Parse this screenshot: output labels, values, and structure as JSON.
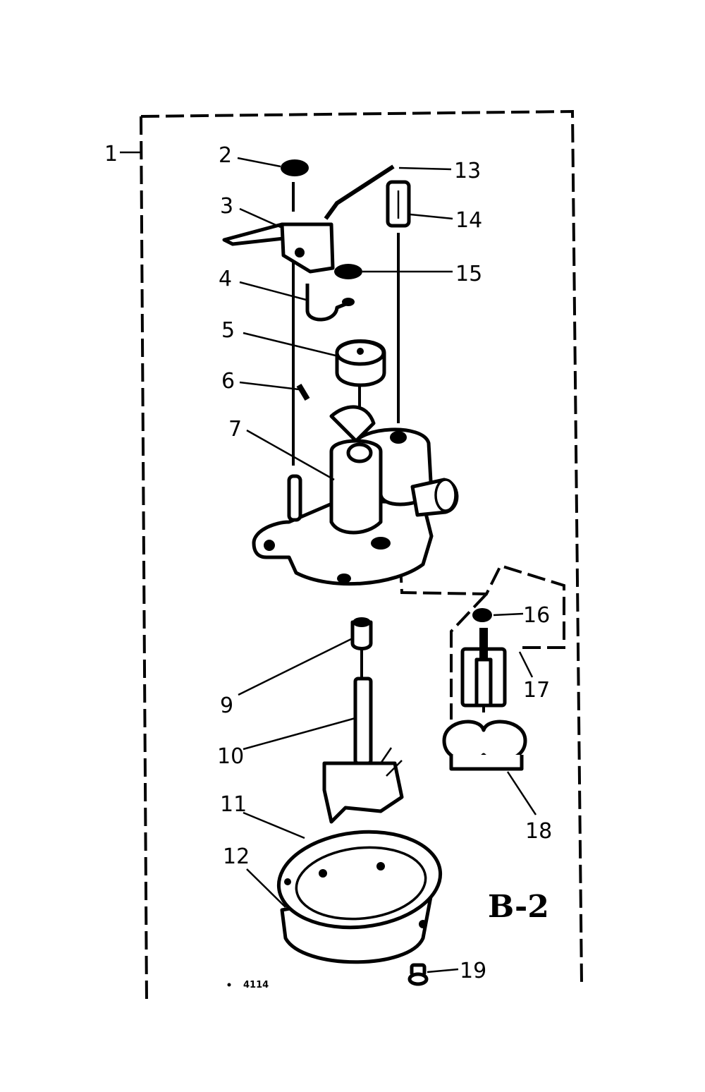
{
  "diagram": {
    "id_label": "B-2",
    "figure_code": "4114",
    "callouts": [
      {
        "key": "c1",
        "text": "1"
      },
      {
        "key": "c2",
        "text": "2"
      },
      {
        "key": "c3",
        "text": "3"
      },
      {
        "key": "c4",
        "text": "4"
      },
      {
        "key": "c5",
        "text": "5"
      },
      {
        "key": "c6",
        "text": "6"
      },
      {
        "key": "c7",
        "text": "7"
      },
      {
        "key": "c9",
        "text": "9"
      },
      {
        "key": "c10",
        "text": "10"
      },
      {
        "key": "c11",
        "text": "11"
      },
      {
        "key": "c12",
        "text": "12"
      },
      {
        "key": "c13",
        "text": "13"
      },
      {
        "key": "c14",
        "text": "14"
      },
      {
        "key": "c15",
        "text": "15"
      },
      {
        "key": "c16",
        "text": "16"
      },
      {
        "key": "c17",
        "text": "17"
      },
      {
        "key": "c18",
        "text": "18"
      },
      {
        "key": "c19",
        "text": "19"
      }
    ]
  }
}
